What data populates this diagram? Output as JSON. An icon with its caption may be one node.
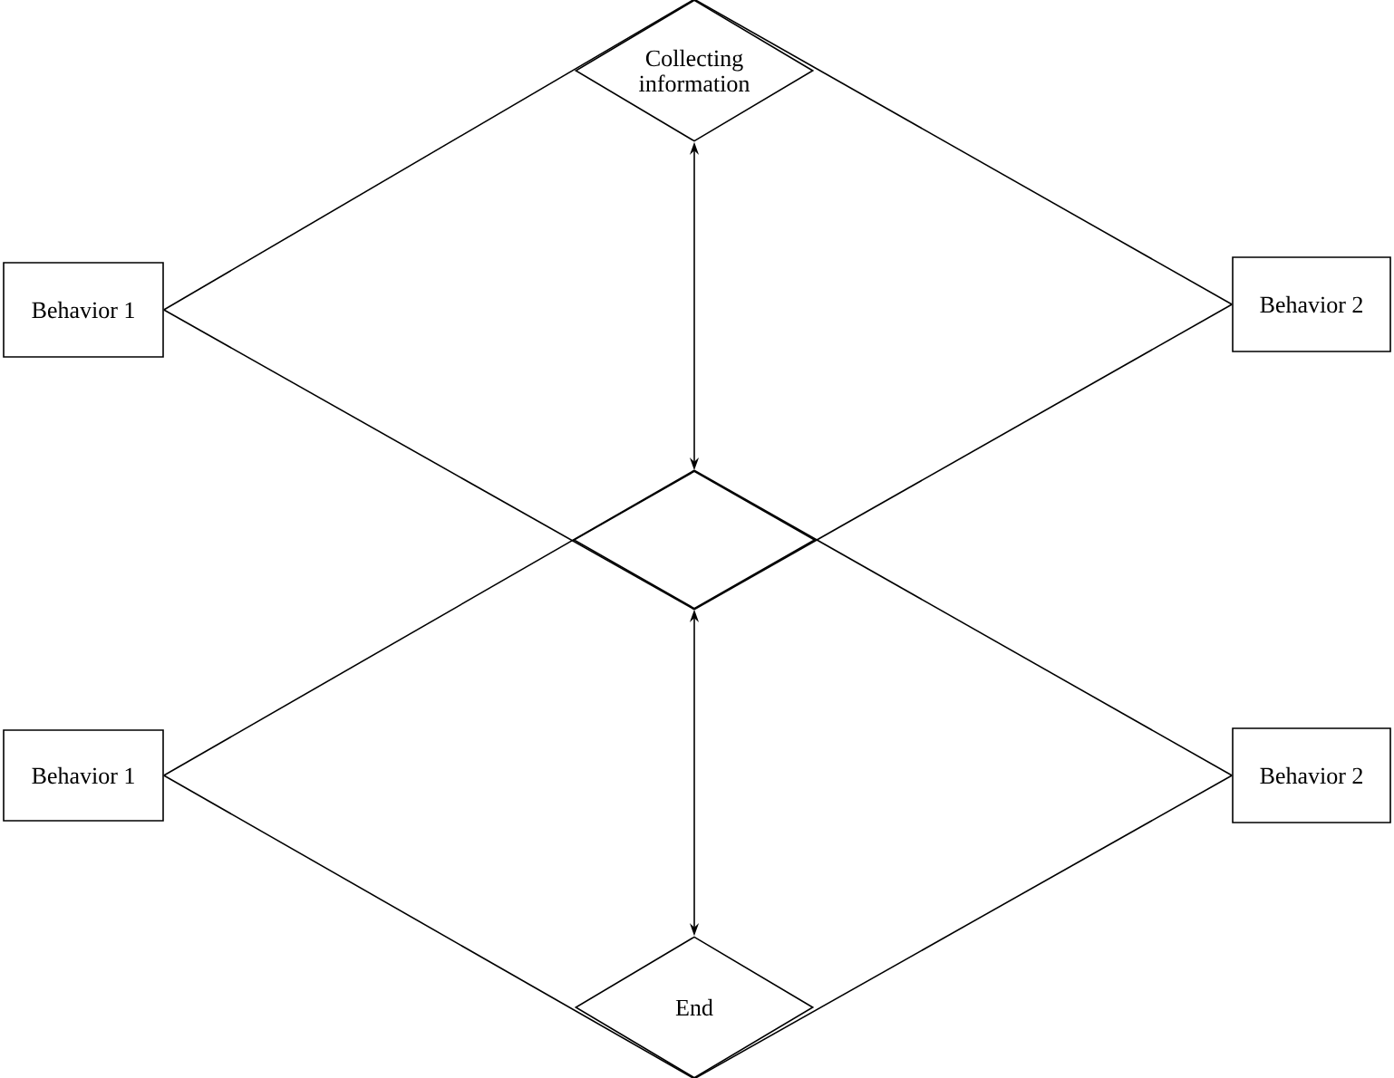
{
  "diagram": {
    "nodes": [
      {
        "text": [
          "Collecting information"
        ]
      },
      {
        "text": [
          "Behavior 1"
        ]
      },
      {
        "text": [
          "Behavior 2"
        ]
      },
      {
        "text": [],
        "shape": "diamond"
      },
      {
        "text": [
          "Behavior 1"
        ]
      },
      {
        "text": [
          "Behavior 2"
        ]
      },
      {
        "text": [
          "End"
        ]
      }
    ],
    "edges": [
      {
        "from": 1,
        "to": 0,
        "arrow": "none"
      },
      {
        "from": 2,
        "to": 0,
        "arrow": "none"
      },
      {
        "from": 1,
        "to": 3,
        "arrow": "none"
      },
      {
        "from": 2,
        "to": 3,
        "arrow": "none"
      },
      {
        "from": 4,
        "to": 3,
        "arrow": "none"
      },
      {
        "from": 5,
        "to": 3,
        "arrow": "none"
      },
      {
        "from": 4,
        "to": 6,
        "arrow": "none"
      },
      {
        "from": 5,
        "to": 6,
        "arrow": "none"
      },
      {
        "from": 0,
        "to": 3,
        "arrow": "both"
      },
      {
        "from": 3,
        "to": 6,
        "arrow": "both"
      }
    ]
  }
}
